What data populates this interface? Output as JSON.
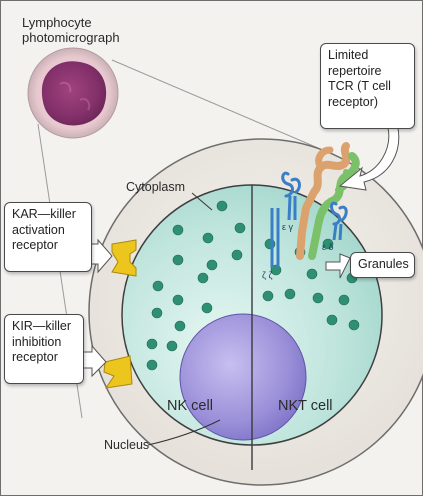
{
  "labels": {
    "photomicrograph": [
      "Lymphocyte",
      "photomicrograph"
    ],
    "cytoplasm": "Cytoplasm",
    "nk_cell": "NK cell",
    "nkt_cell": "NKT cell",
    "nucleus": "Nucleus",
    "kar": [
      "KAR—killer",
      "activation",
      "receptor"
    ],
    "kir": [
      "KIR—killer",
      "inhibition",
      "receptor"
    ],
    "tcr": [
      "Limited",
      "repertoire",
      "TCR (T cell",
      "receptor)"
    ],
    "granules": "Granules",
    "chains": {
      "epsilon_gamma": "ε γ",
      "epsilon_delta": "ε δ",
      "zeta_zeta": "ζ ζ"
    }
  },
  "colors": {
    "outer_circle": "#ebe7e2",
    "cytoplasm": "#b9e2da",
    "nucleus": "#9a8fd6",
    "granule": "#2f8f72",
    "receptor": "#ecc61c",
    "tcr_tan": "#dba26e",
    "tcr_green": "#7bc16a",
    "cd3_blue": "#3a7fc6"
  },
  "icons": [
    "lymphocyte-photomicrograph",
    "kar-receptor-shape",
    "kir-receptor-shape",
    "tcr-complex",
    "white-arrow"
  ]
}
